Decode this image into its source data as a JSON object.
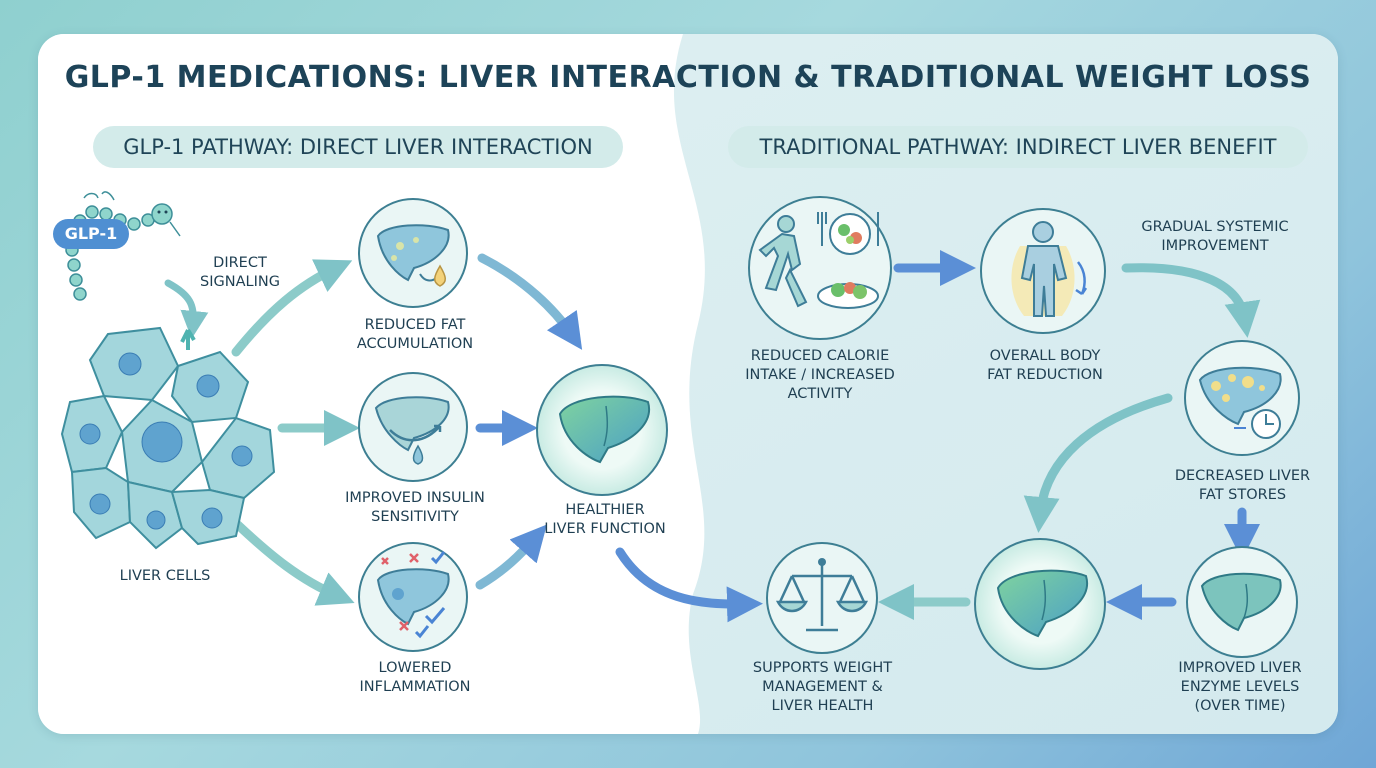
{
  "title": "GLP-1 MEDICATIONS: LIVER INTERACTION & TRADITIONAL WEIGHT LOSS",
  "left_panel": {
    "heading": "GLP-1 PATHWAY: DIRECT LIVER INTERACTION",
    "glp1_tag": "GLP-1",
    "direct_signaling": "DIRECT\nSIGNALING",
    "liver_cells": "LIVER CELLS",
    "reduced_fat": "REDUCED FAT\nACCUMULATION",
    "insulin": "IMPROVED INSULIN\nSENSITIVITY",
    "inflammation": "LOWERED\nINFLAMMATION",
    "healthier": "HEALTHIER\nLIVER FUNCTION"
  },
  "right_panel": {
    "heading": "TRADITIONAL PATHWAY: INDIRECT LIVER BENEFIT",
    "calorie": "REDUCED CALORIE\nINTAKE / INCREASED\nACTIVITY",
    "body_fat": "OVERALL BODY\nFAT REDUCTION",
    "gradual": "GRADUAL SYSTEMIC\nIMPROVEMENT",
    "decreased_fat": "DECREASED LIVER\nFAT STORES",
    "enzyme": "IMPROVED LIVER\nENZYME LEVELS\n(OVER TIME)",
    "supports": "SUPPORTS WEIGHT\nMANAGEMENT &\nLIVER HEALTH"
  },
  "colors": {
    "liver_green": "#5cc59c",
    "liver_blue": "#5aa4c8",
    "arrow_teal": "#7fc3c7",
    "arrow_blue": "#5b8fd6",
    "title_navy": "#1d4358"
  }
}
